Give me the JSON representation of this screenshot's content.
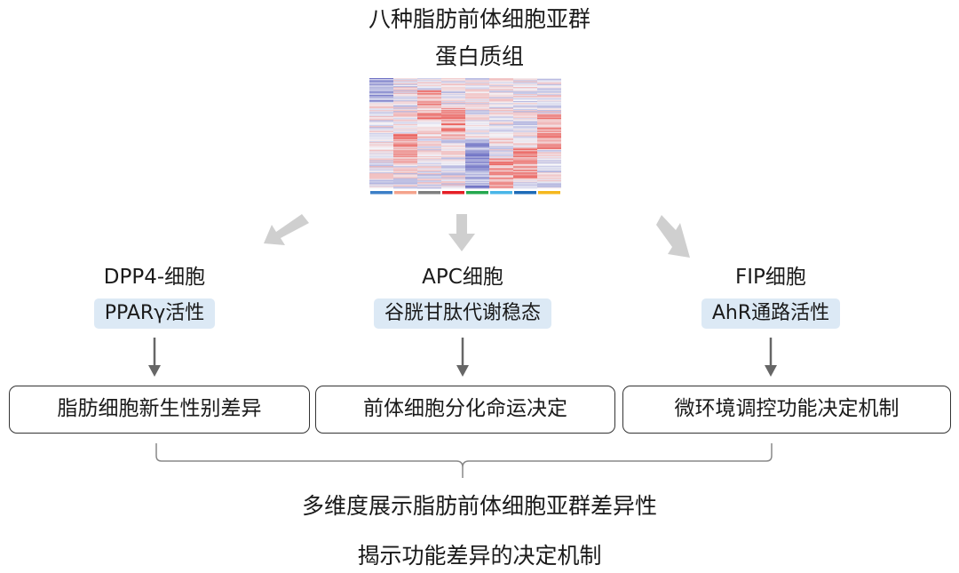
{
  "title_line1": "八种脂肪前体细胞亚群",
  "title_line2": "蛋白质组",
  "heatmap": {
    "colors": {
      "high": "#e8403a",
      "low": "#3a3fb0",
      "mid": "#f4f4f8"
    },
    "group_colors": [
      "#3c7fc7",
      "#f4a38c",
      "#7f7f7f",
      "#e51f26",
      "#25a84f",
      "#49b6e8",
      "#1e6bb8",
      "#f5b81e"
    ]
  },
  "branches": [
    {
      "cell": "DPP4-细胞",
      "pathway": "PPARγ活性",
      "outcome": "脂肪细胞新生性别差异"
    },
    {
      "cell": "APC细胞",
      "pathway": "谷胱甘肽代谢稳态",
      "outcome": "前体细胞分化命运决定"
    },
    {
      "cell": "FIP细胞",
      "pathway": "AhR通路活性",
      "outcome": "微环境调控功能决定机制"
    }
  ],
  "conclusion_line1": "多维度展示脂肪前体细胞亚群差异性",
  "conclusion_line2": "揭示功能差异的决定机制"
}
